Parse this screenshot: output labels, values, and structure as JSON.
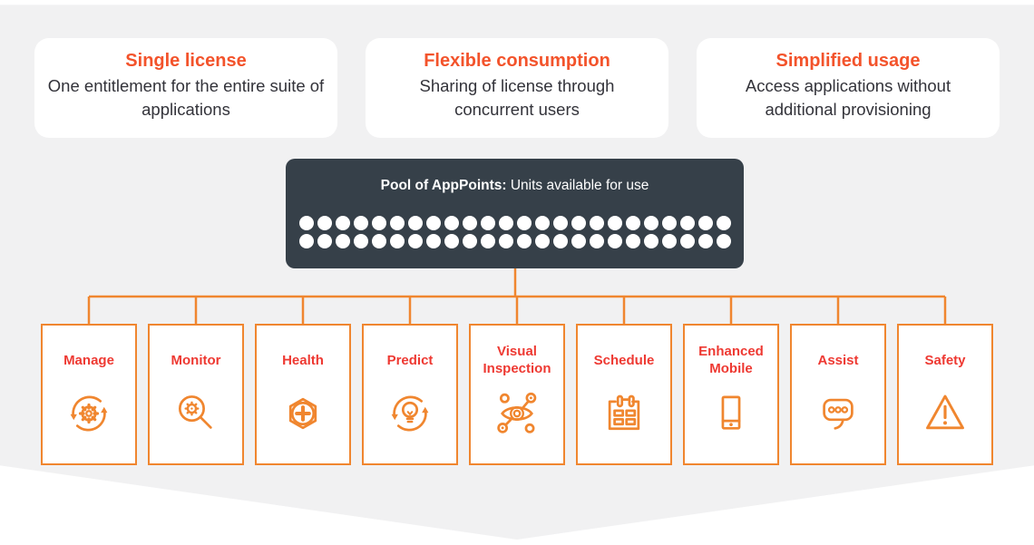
{
  "benefit_cards": [
    {
      "title": "Single license",
      "description": "One entitlement for the entire suite of applications"
    },
    {
      "title": "Flexible consumption",
      "description": "Sharing of license through concurrent users"
    },
    {
      "title": "Simplified usage",
      "description": "Access applications without additional provisioning"
    }
  ],
  "pool": {
    "title_bold": "Pool of AppPoints:",
    "title_rest": " Units available for use",
    "dot_rows": 2,
    "dots_per_row": 24
  },
  "apps": [
    {
      "label": "Manage",
      "icon": "gear-sync-icon"
    },
    {
      "label": "Monitor",
      "icon": "gear-magnifier-icon"
    },
    {
      "label": "Health",
      "icon": "hexagon-plus-icon"
    },
    {
      "label": "Predict",
      "icon": "bulb-sync-icon"
    },
    {
      "label": "Visual Inspection",
      "icon": "eye-network-icon"
    },
    {
      "label": "Schedule",
      "icon": "calendar-icon"
    },
    {
      "label": "Enhanced Mobile",
      "icon": "smartphone-icon"
    },
    {
      "label": "Assist",
      "icon": "chat-bubble-icon"
    },
    {
      "label": "Safety",
      "icon": "warning-triangle-icon"
    }
  ],
  "colors": {
    "accent_orange": "#f0862f",
    "heading_orange": "#f3532b",
    "label_red": "#ee3932",
    "dark_panel": "#364049",
    "band_gray": "#f1f1f2",
    "body_text": "#33333a",
    "dot_white": "#ffffff"
  }
}
